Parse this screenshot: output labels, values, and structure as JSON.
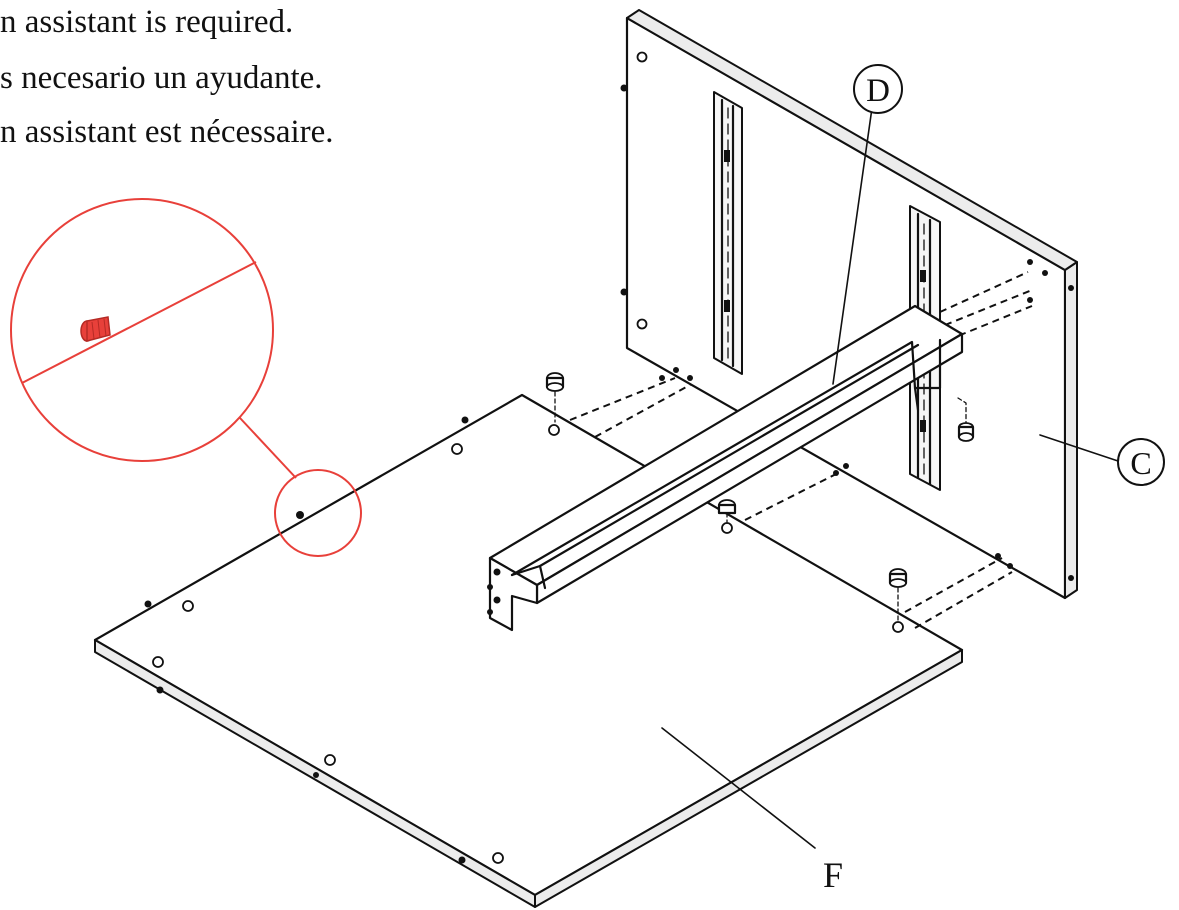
{
  "instructions": [
    "n assistant is required.",
    "s necesario un ayudante.",
    "n assistant est nécessaire."
  ],
  "labels": {
    "part_d": "D",
    "part_c": "C",
    "part_f": "F"
  },
  "colors": {
    "line": "#111111",
    "detail_highlight": "#e8403a",
    "background": "#ffffff"
  }
}
